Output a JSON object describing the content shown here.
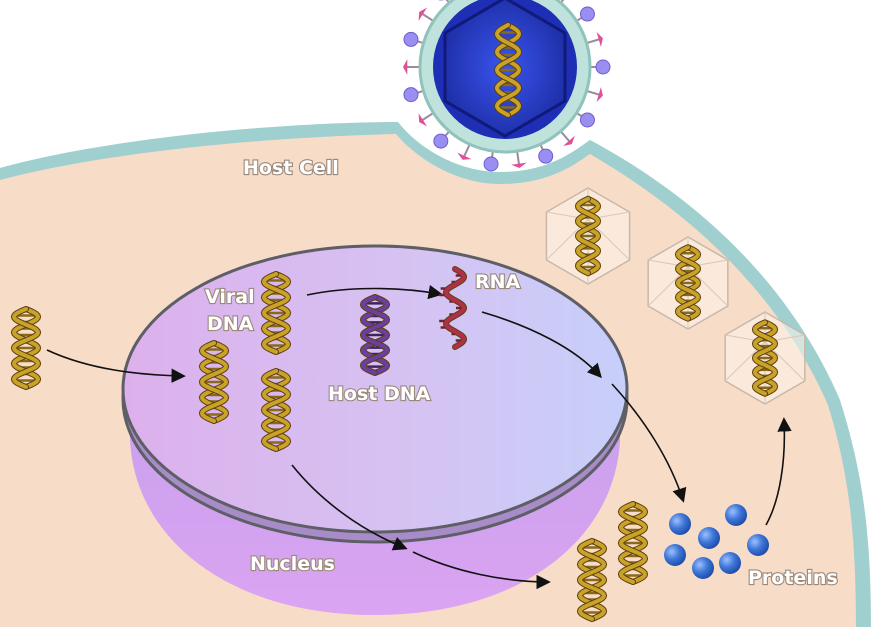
{
  "labels": {
    "host_cell": "Host Cell",
    "viral_dna_line1": "Viral",
    "viral_dna_line2": "DNA",
    "host_dna": "Host DNA",
    "rna": "RNA",
    "nucleus": "Nucleus",
    "proteins": "Proteins"
  },
  "colors": {
    "background": "#ffffff",
    "cytoplasm": "#f7dcc8",
    "membrane": "#9fcfcf",
    "nucleus_top": "#d9b8ee",
    "nucleus_side": "#c89ae8",
    "viral_dna": "#c9a227",
    "host_dna": "#6b3fa0",
    "rna": "#b0304a",
    "protein": "#3f77d8",
    "virus_capsid": "#2a3fd0",
    "virus_envelope": "#bfe3dc",
    "virus_spike_pink": "#e0509a",
    "virus_spike_purple": "#9a8ff0"
  },
  "icons": [
    "virus-icon",
    "viral-dna-icon",
    "host-dna-icon",
    "rna-icon",
    "protein-icon",
    "capsid-icon",
    "arrow-icon"
  ]
}
